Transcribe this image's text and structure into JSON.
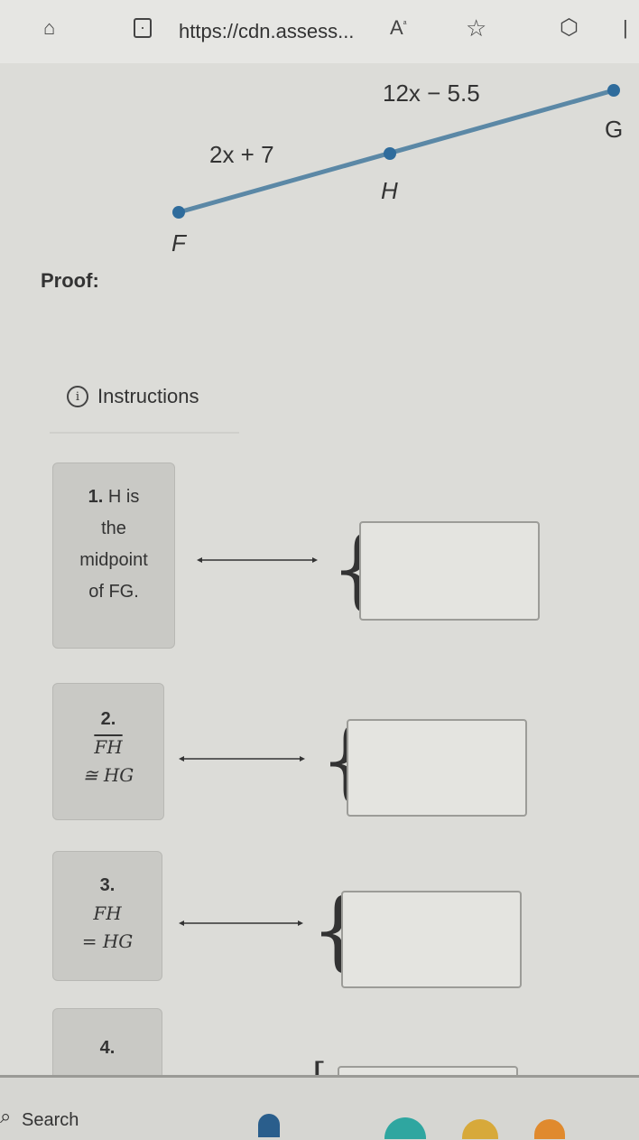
{
  "browser": {
    "url": "https://cdn.assess...",
    "home_icon": "home-icon",
    "lock_icon": "lock-icon",
    "read_aloud_icon": "read-aloud-icon",
    "favorite_icon": "star-icon",
    "extensions_icon": "puzzle-icon"
  },
  "diagram": {
    "label_fg": "12x − 5.5",
    "label_fh": "2x + 7",
    "point_g": "G",
    "point_h": "H",
    "point_f": "F",
    "line_color": "#5b88a6",
    "point_color": "#2f6c9c"
  },
  "proof": {
    "title": "Proof:",
    "instructions": "Instructions",
    "info_icon": "i",
    "steps": [
      {
        "num": "1.",
        "lines": [
          "H is",
          "the",
          "midpoint",
          "of FG."
        ]
      },
      {
        "num": "2.",
        "lines": [
          "FH",
          "≅ HG"
        ]
      },
      {
        "num": "3.",
        "lines": [
          "FH",
          "= HG"
        ]
      },
      {
        "num": "4.",
        "lines": []
      }
    ]
  },
  "taskbar": {
    "search_label": "Search"
  }
}
